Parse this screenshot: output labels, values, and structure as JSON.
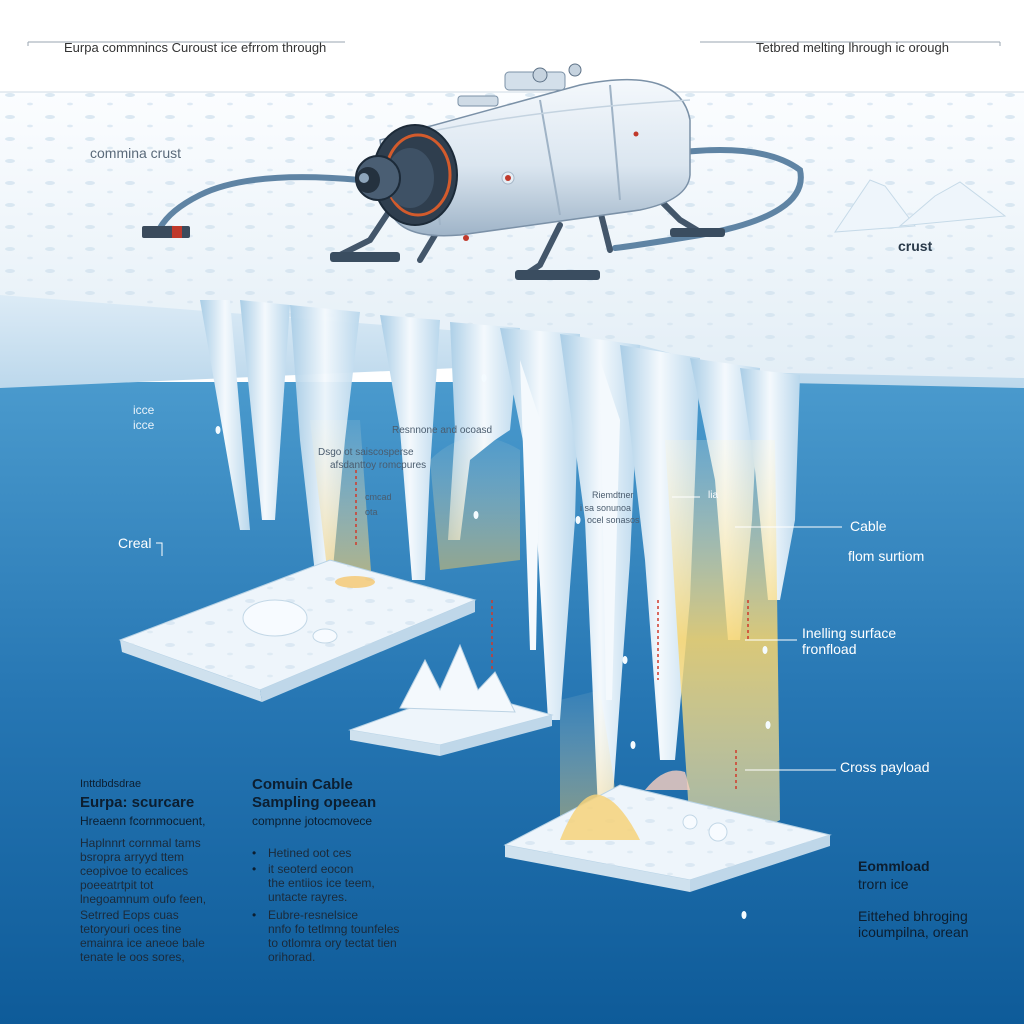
{
  "header": {
    "left": "Eurpa commnincs Curoust ice efrrom through",
    "right": "Tetbred melting lhrough ic orough"
  },
  "labels": {
    "comina_crust": "commina crust",
    "crust": "crust",
    "ice1": "icce",
    "ice2": "icce",
    "creal": "Creal",
    "inner_top": "Resnnone and ocoasd",
    "inner_a1": "Dsgo ot saiscosperse",
    "inner_a2": "afsdanttoy romcpures",
    "inner_b1": "cmcad",
    "inner_b2": "ota",
    "inner_c1": "Riemdtner",
    "inner_c2": "i sa sonunoa",
    "inner_c3": "ocel sonasos",
    "arrow_tag": "lia",
    "cable": "Cable",
    "from_surface": "flom surtiom",
    "melting1": "Inelling surface",
    "melting2": "fronfload",
    "cross_payload": "Cross payload",
    "eommload": "Eommload",
    "from_ice": "trorn ice",
    "tethered1": "Eittehed bhroging",
    "tethered2": "icoumpilna, orean"
  },
  "text_left": {
    "kicker": "Inttdbdsdrae",
    "heading": "Eurpa: scurcare",
    "sub": "Hreaenn fcornmocuent,",
    "para1": "Haplnnrt cornmal tams\nbsropra arryyd ttem\nceopivoe to ecalices\npoeeatrtpit tot\nlnegoamnum oufo feen,",
    "para2": "Setrred Eops cuas\ntetoryouri oces tine\nemainra ice aneoe bale\ntenate le oos sores,"
  },
  "text_mid": {
    "heading1": "Comuin Cable",
    "heading2": "Sampling opeean",
    "sub": "compnne jotocmovece",
    "bullets": [
      "Hetined oot ces",
      "it seoterd eocon\nthe entiios ice teem,\nuntacte rayres.",
      "Eubre-resnelsice\nnnfo fo tetlmng tounfeles\nto otlomra ory tectat tien\norihorad."
    ]
  },
  "colors": {
    "ocean_top": "#3d8fc4",
    "ocean_bottom": "#0d5d9c",
    "ice": "#e9f3fa",
    "melt": "#f6cf6a",
    "cable": "#6f8ea8"
  }
}
